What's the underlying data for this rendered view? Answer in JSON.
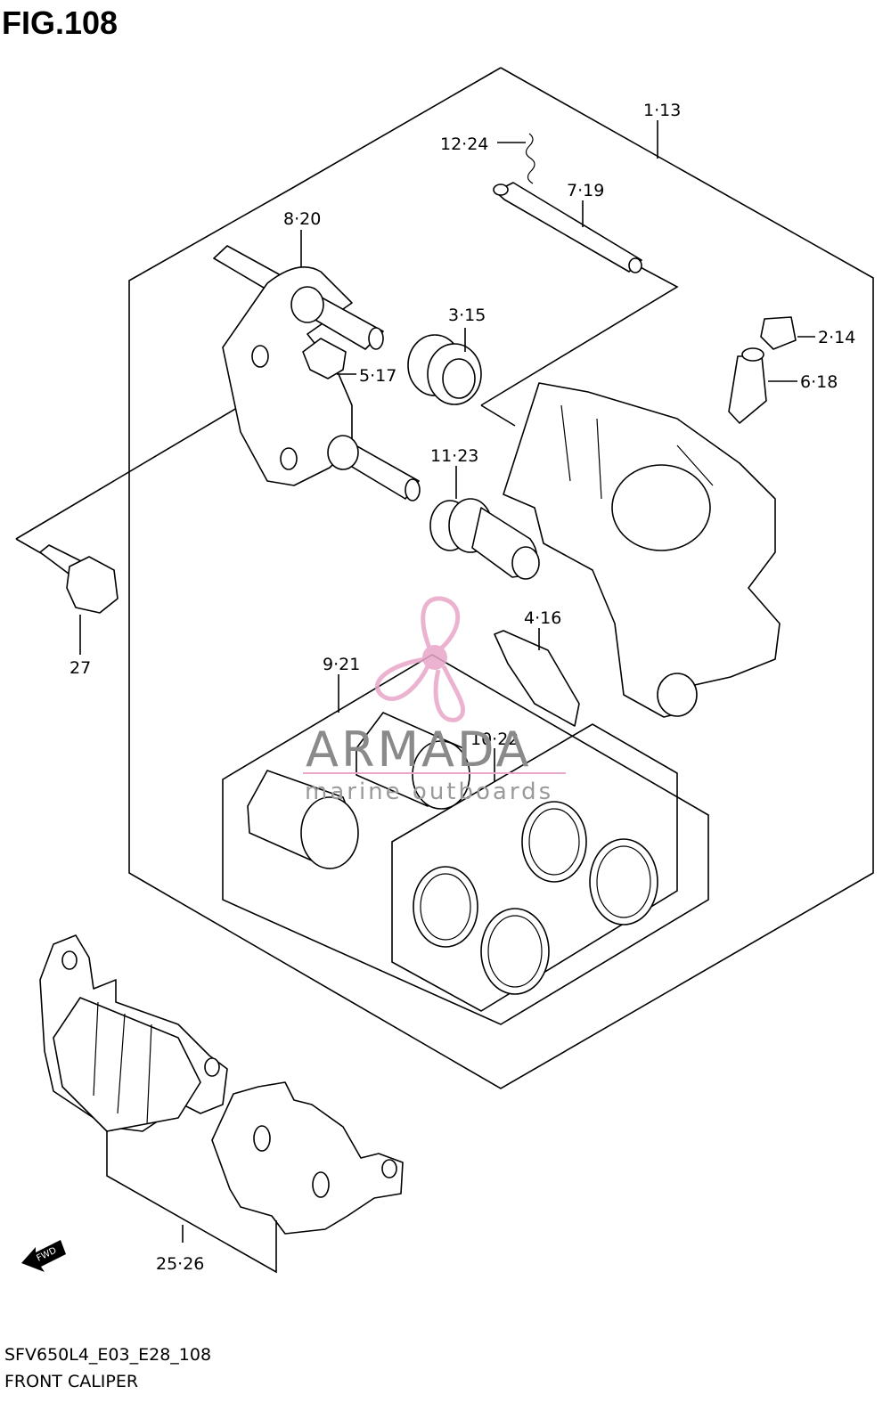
{
  "figure": {
    "title": "FIG.108",
    "model_code": "SFV650L4_E03_E28_108",
    "caption": "FRONT CALIPER"
  },
  "callouts": [
    {
      "id": "c1",
      "text": "1·13"
    },
    {
      "id": "c2",
      "text": "12·24"
    },
    {
      "id": "c3",
      "text": "7·19"
    },
    {
      "id": "c4",
      "text": "8·20"
    },
    {
      "id": "c5",
      "text": "3·15"
    },
    {
      "id": "c6",
      "text": "2·14"
    },
    {
      "id": "c7",
      "text": "5·17"
    },
    {
      "id": "c8",
      "text": "6·18"
    },
    {
      "id": "c9",
      "text": "11·23"
    },
    {
      "id": "c10",
      "text": "4·16"
    },
    {
      "id": "c11",
      "text": "27"
    },
    {
      "id": "c12",
      "text": "9·21"
    },
    {
      "id": "c13",
      "text": "10·22"
    },
    {
      "id": "c14",
      "text": "25·26"
    }
  ],
  "direction_marker": {
    "text": "FWD",
    "icon": "fwd-arrow-icon"
  },
  "watermark": {
    "brand": "ARMADA",
    "tagline": "marine outboards",
    "icon": "propeller-logo-icon",
    "color": "#e8a6c8"
  }
}
